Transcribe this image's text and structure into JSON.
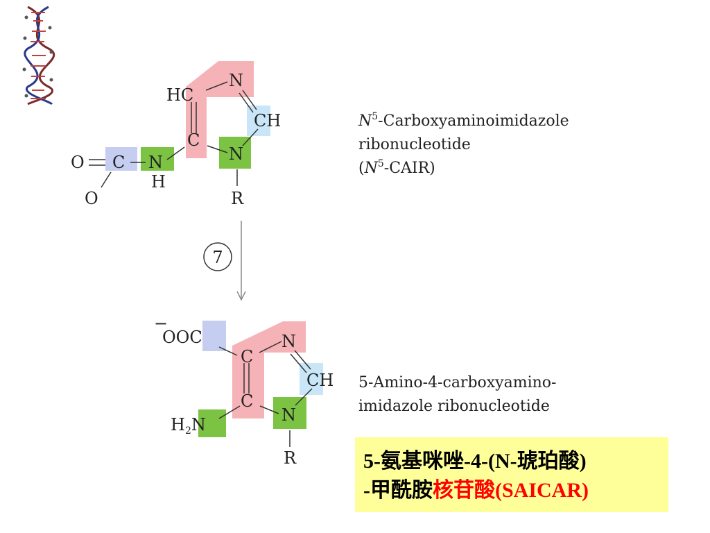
{
  "top_structure": {
    "atoms": {
      "hc": "HC",
      "n_top": "N",
      "ch": "CH",
      "c_ring": "C",
      "n_ring": "N",
      "o_double": "O",
      "c_carb": "C",
      "n_h": "N",
      "h": "H",
      "o_minus": "O",
      "r": "R"
    },
    "name_line1_italic": "N",
    "name_line1_sup": "5",
    "name_line1_rest": "-Carboxyaminoimidazole",
    "name_line2": "ribonucleotide",
    "name_line3_open": "(",
    "name_line3_italic": "N",
    "name_line3_sup": "5",
    "name_line3_rest": "-CAIR)"
  },
  "step": {
    "number": "7"
  },
  "bottom_structure": {
    "atoms": {
      "charge": "−",
      "ooc": "OOC",
      "c_upper": "C",
      "n_top": "N",
      "ch": "CH",
      "c_lower": "C",
      "n_ring": "N",
      "h2n_h": "H",
      "h2n_sub": "2",
      "h2n_n": "N",
      "r": "R"
    },
    "name_line1": "5-Amino-4-carboxyamino-",
    "name_line2": "imidazole ribonucleotide"
  },
  "chinese_name": {
    "line1": "5-氨基咪唑-4-(N-琥珀酸)",
    "line2_black": "-甲酰胺",
    "line2_red": "核苷酸",
    "line2_tail": "(SAICAR)"
  },
  "colors": {
    "ring_highlight": "#f4a6aa",
    "nitrogen_highlight": "#7cc243",
    "carbonyl_highlight": "#c5cdf0",
    "ch_highlight": "#c8e6f8",
    "name_box": "#ffff99",
    "accent_red": "#ff0000"
  },
  "icons": [
    "dna-helix-icon"
  ]
}
